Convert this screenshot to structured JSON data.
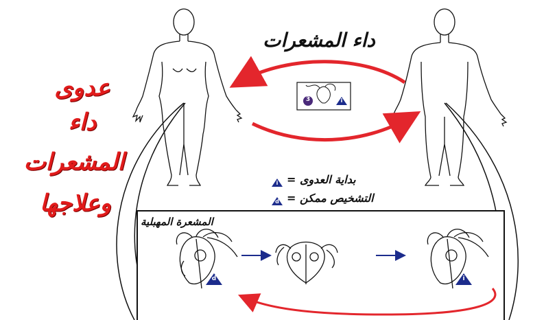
{
  "side_title": {
    "line1": "عدوى",
    "line2": "داء",
    "line3": "المشعرات",
    "line4": "وعلاجها"
  },
  "top_title": "داء المشعرات",
  "legend": {
    "infective_text": "بداية العدوى",
    "infective_badge": "i",
    "diagnostic_text": "التشخيص ممكن",
    "diagnostic_badge": "d",
    "separator": "="
  },
  "center_icon": {
    "badge_left": "3",
    "badge_right": "i"
  },
  "lifecycle_box": {
    "title": "المشعرة المهبلية",
    "badge_left": "d",
    "badge_right": "i"
  },
  "colors": {
    "title_red": "#e11b1b",
    "arrow_red": "#e3262c",
    "badge_navy": "#1c2c8c",
    "badge_purple": "#4a2a7a",
    "outline": "#111111"
  },
  "icons": [
    "human-female-icon",
    "human-male-icon",
    "trichomonas-icon",
    "arrow-icon"
  ]
}
